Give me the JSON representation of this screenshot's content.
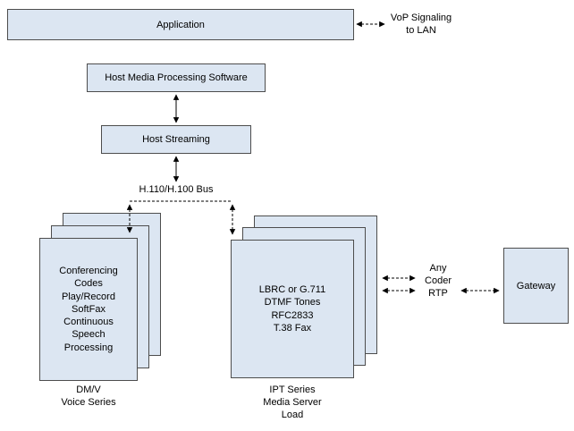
{
  "diagram": {
    "application": {
      "label": "Application"
    },
    "vop_signaling": {
      "label": "VoP Signaling\nto LAN"
    },
    "hmp_software": {
      "label": "Host Media Processing Software"
    },
    "host_streaming": {
      "label": "Host Streaming"
    },
    "bus": {
      "label": "H.110/H.100 Bus"
    },
    "dmv_stack": {
      "features": "Conferencing\nCodes\nPlay/Record\nSoftFax\nContinuous\nSpeech\nProcessing",
      "caption": "DM/V\nVoice Series"
    },
    "ipt_stack": {
      "features": "LBRC or G.711\nDTMF Tones\nRFC2833\nT.38 Fax",
      "caption": "IPT Series\nMedia Server\nLoad"
    },
    "coder_label": {
      "label": "Any\nCoder\nRTP"
    },
    "gateway": {
      "label": "Gateway"
    },
    "colors": {
      "box_fill": "#dce6f2",
      "box_border": "#4d4d4d",
      "connector": "#000000",
      "background": "#ffffff"
    }
  }
}
